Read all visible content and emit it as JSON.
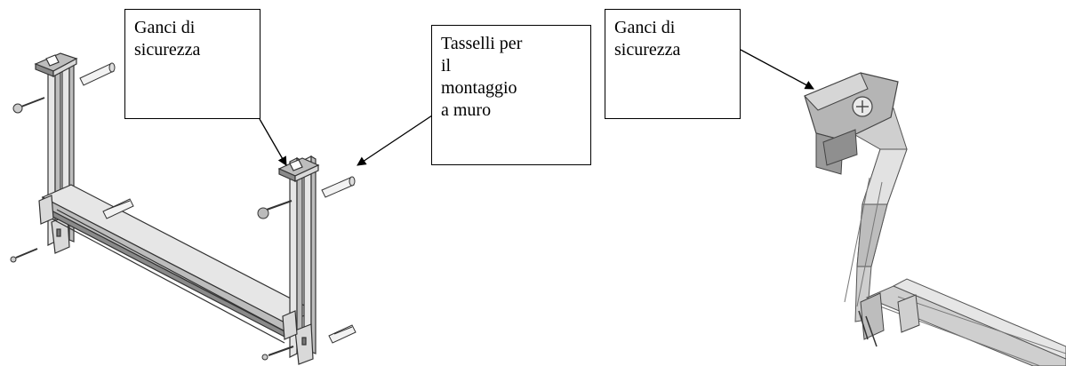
{
  "callouts": [
    {
      "lines": [
        "Ganci di",
        "sicurezza"
      ]
    },
    {
      "lines": [
        "Tasselli per",
        "il",
        "montaggio",
        "a muro"
      ]
    },
    {
      "lines": [
        "Ganci di",
        "sicurezza"
      ]
    }
  ],
  "colors": {
    "line": "#000000",
    "metal_light": "#e6e6e6",
    "metal_mid": "#bdbdbd",
    "metal_dark": "#8a8a8a",
    "edge": "#444444"
  }
}
